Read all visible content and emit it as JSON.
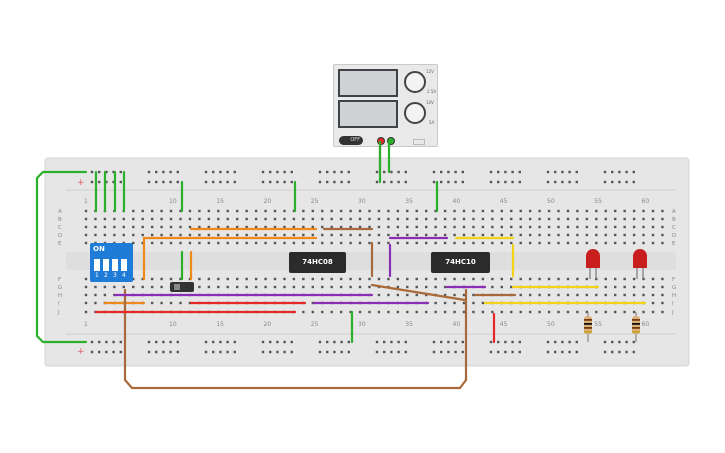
{
  "power_supply": {
    "off_label": "OFF",
    "knob1_label": "12V",
    "knob2_label": "2.5A",
    "knob3_label": "10V",
    "knob4_label": "5A"
  },
  "breadboard": {
    "column_numbers": [
      "1",
      "10",
      "15",
      "20",
      "25",
      "30",
      "35",
      "40",
      "45",
      "50",
      "55",
      "60"
    ],
    "row_letters_top": [
      "A",
      "B",
      "C",
      "D",
      "E"
    ],
    "row_letters_bottom": [
      "F",
      "G",
      "H",
      "I",
      "J"
    ],
    "plus_label": "+"
  },
  "components": {
    "dip_switch": {
      "label": "ON",
      "positions": [
        "1",
        "2",
        "3",
        "4"
      ]
    },
    "chip1": "74HC08",
    "chip2": "74HC10",
    "led_color": "#c81e1e"
  },
  "colors": {
    "green_wire": "#2bb02b",
    "orange_wire": "#f0891c",
    "purple_wire": "#8a2eb6",
    "brown_wire": "#a86a3a",
    "yellow_wire": "#f2d31a",
    "red_wire": "#e52828",
    "board": "#e6e6e6"
  }
}
